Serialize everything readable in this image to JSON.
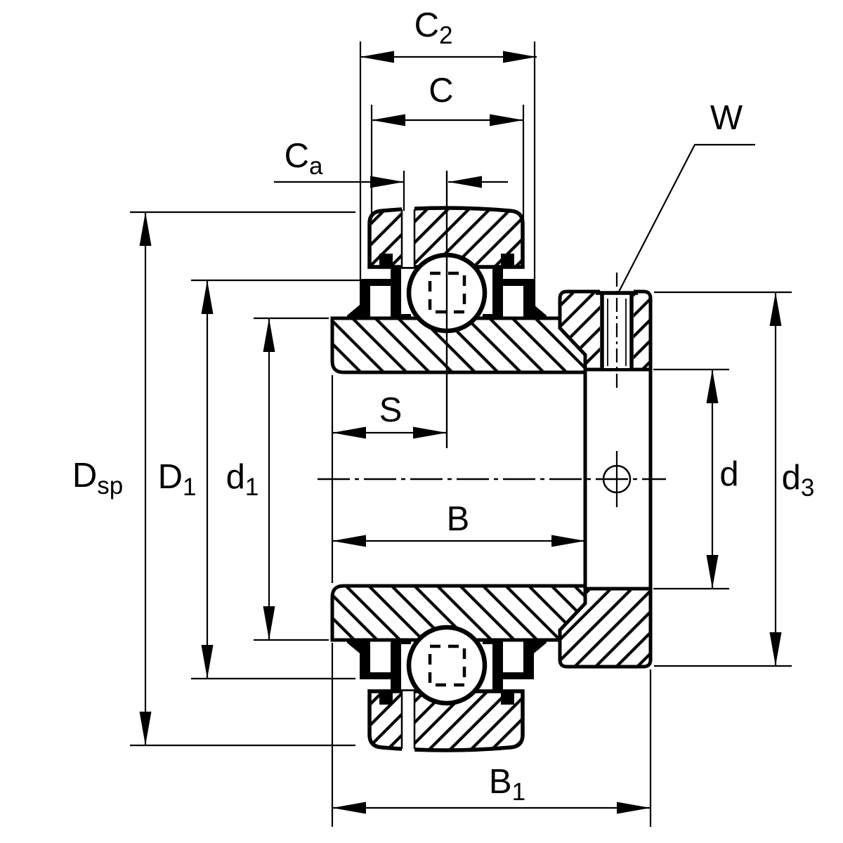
{
  "figure": {
    "kind": "bearing-cross-section-technical-drawing",
    "colors": {
      "background": "#ffffff",
      "ink": "#000000"
    },
    "labels": {
      "c2": {
        "main": "C",
        "sub": "2"
      },
      "c": {
        "main": "C",
        "sub": ""
      },
      "ca": {
        "main": "C",
        "sub": "a"
      },
      "w": {
        "main": "W",
        "sub": ""
      },
      "dsp": {
        "main": "D",
        "sub": "sp"
      },
      "d1cap": {
        "main": "D",
        "sub": "1"
      },
      "d1": {
        "main": "d",
        "sub": "1"
      },
      "s": {
        "main": "S",
        "sub": ""
      },
      "b": {
        "main": "B",
        "sub": ""
      },
      "b1": {
        "main": "B",
        "sub": "1"
      },
      "d": {
        "main": "d",
        "sub": ""
      },
      "d3": {
        "main": "d",
        "sub": "3"
      }
    }
  }
}
